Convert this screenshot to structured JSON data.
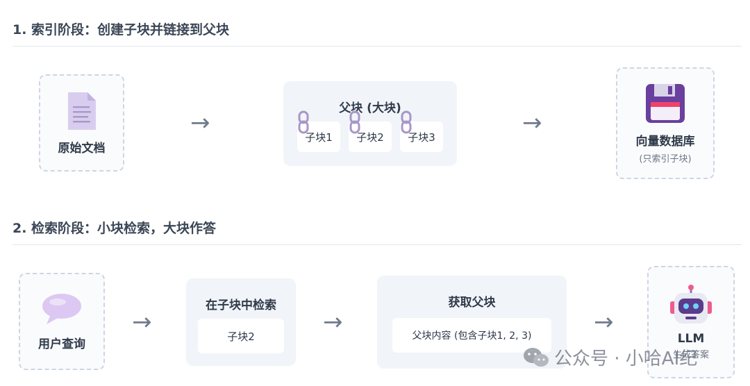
{
  "section1": {
    "title": "1. 索引阶段：创建子块并链接到父块",
    "original_doc": "原始文档",
    "parent_title": "父块 (大块)",
    "chunks": [
      "子块1",
      "子块2",
      "子块3"
    ],
    "vector_db": "向量数据库",
    "vector_db_sub": "(只索引子块)"
  },
  "section2": {
    "title": "2. 检索阶段：小块检索，大块作答",
    "user_query": "用户查询",
    "search_title": "在子块中检索",
    "search_result": "子块2",
    "fetch_title": "获取父块",
    "fetch_content": "父块内容 (包含子块1, 2, 3)",
    "llm": "LLM",
    "llm_sub": "生成答案"
  },
  "arrow_glyph": "→",
  "watermark": "公众号 · 小哈AI纪",
  "colors": {
    "doc_icon": "#d9cdef",
    "disk_body": "#6a3f9e",
    "disk_label": "#f0416b",
    "chain": "#a896c8",
    "bubble": "#dcc8f2",
    "robot_head": "#e8e9f2",
    "robot_face": "#5b3b8c",
    "robot_ear": "#f05b8a"
  }
}
